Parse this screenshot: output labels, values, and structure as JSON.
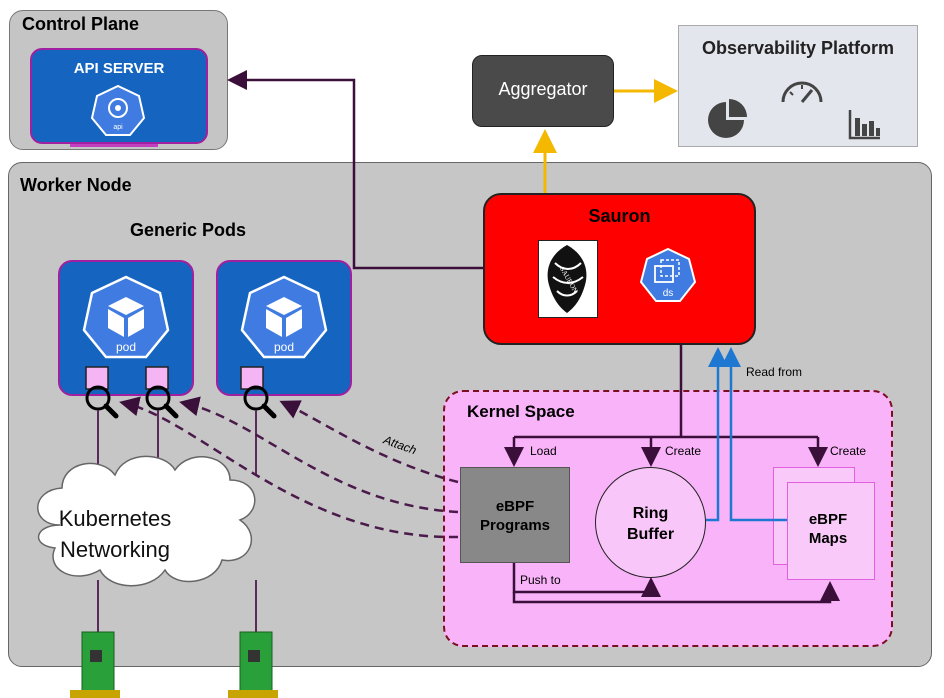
{
  "control_plane": {
    "title": "Control Plane",
    "api_server": "API SERVER",
    "api_icon": "api"
  },
  "worker_node": {
    "title": "Worker Node",
    "generic_pods_title": "Generic Pods",
    "pod_icon": "pod"
  },
  "aggregator": {
    "label": "Aggregator"
  },
  "observability": {
    "title": "Observability Platform",
    "icons": [
      "pie-chart-icon",
      "speedometer-icon",
      "bar-chart-icon"
    ]
  },
  "sauron": {
    "title": "Sauron",
    "logo_text": "SAURON",
    "ds_icon": "ds"
  },
  "kernel_space": {
    "title": "Kernel Space",
    "ebpf_programs": "eBPF Programs",
    "ring_buffer": "Ring Buffer",
    "ebpf_maps": "eBPF Maps"
  },
  "networking": {
    "label": "Kubernetes Networking"
  },
  "edge_labels": {
    "load": "Load",
    "create_ring": "Create",
    "create_maps": "Create",
    "read_from": "Read from",
    "attach": "Attach",
    "push_to": "Push to"
  },
  "colors": {
    "accent_blue": "#1565c0",
    "sauron_red": "#ff0000",
    "kernel_pink": "#f9b3f9",
    "link_purple": "#3a0f3a",
    "read_blue": "#1e78d2",
    "agg_orange": "#f5b800"
  }
}
